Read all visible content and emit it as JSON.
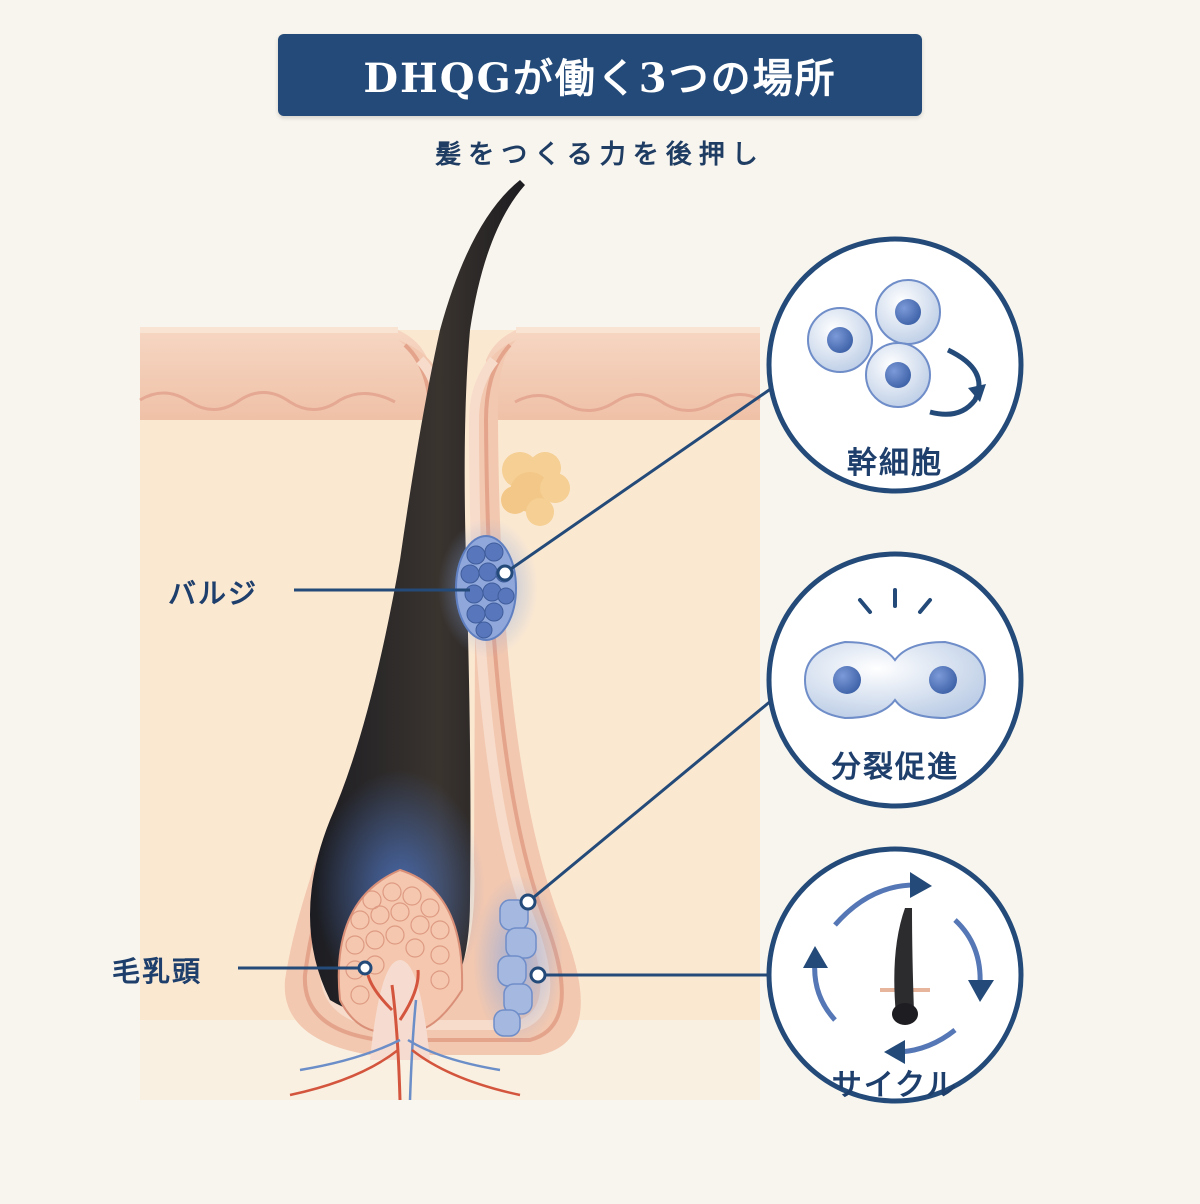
{
  "header": {
    "title": "DHQGが働く3つの場所",
    "subtitle": "髪をつくる力を後押し"
  },
  "diagram": {
    "callouts": [
      {
        "id": "bulge",
        "label": "バルジ"
      },
      {
        "id": "papilla",
        "label": "毛乳頭"
      }
    ],
    "functions": [
      {
        "id": "stem-cells",
        "label": "幹細胞",
        "icon": "cluster-cells-icon"
      },
      {
        "id": "division",
        "label": "分裂促進",
        "icon": "dividing-cell-icon"
      },
      {
        "id": "cycle",
        "label": "サイクル",
        "icon": "hair-cycle-icon"
      }
    ]
  },
  "colors": {
    "navy": "#234a78",
    "accent_blue": "#5577b5",
    "skin": "#f1c7b0",
    "dermis": "#fae8d0",
    "background": "#f8f5ee"
  }
}
